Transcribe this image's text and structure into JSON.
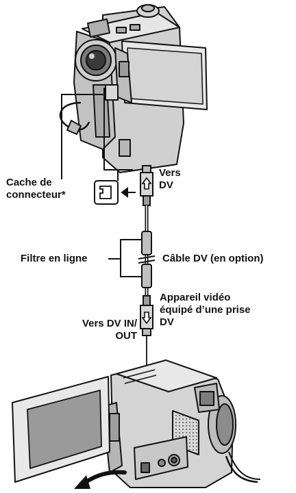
{
  "labels": {
    "connector_cover": [
      "Cache de",
      "connecteur*"
    ],
    "to_dv": [
      "Vers",
      "DV"
    ],
    "inline_filter": "Filtre en ligne",
    "dv_cable": "Câble DV (en option)",
    "to_dv_in_out": [
      "Vers DV IN/",
      "OUT"
    ],
    "video_device": [
      "Appareil vidéo",
      "équipé d’une prise",
      "DV"
    ]
  },
  "icons": [
    "camcorder-top-icon",
    "camcorder-bottom-icon",
    "dv-plug-up-icon",
    "dv-plug-down-icon",
    "rotate-arrow-icon"
  ],
  "colors": {
    "line": "#111111",
    "body_light": "#e2e2e2",
    "body_mid": "#c4c4c4",
    "body_dark": "#8f8f8f",
    "screen": "#9a9a9a"
  }
}
